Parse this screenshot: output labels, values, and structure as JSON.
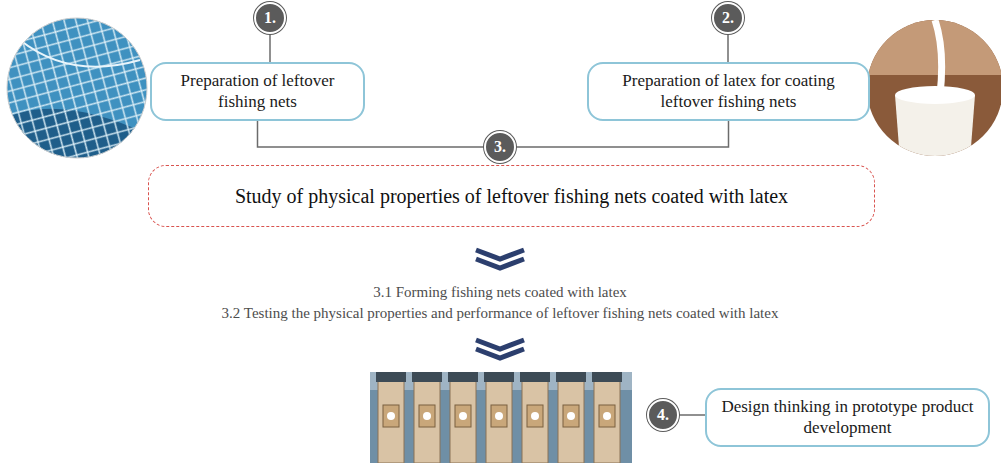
{
  "diagram": {
    "nodes": [
      {
        "text": [
          "1."
        ]
      },
      {
        "text": [
          "Preparation of leftover fishing nets"
        ]
      },
      {
        "text": [
          "2."
        ]
      },
      {
        "text": [
          "Preparation of latex for coating leftover fishing nets"
        ]
      },
      {
        "text": [
          "3."
        ]
      },
      {
        "text": [
          "Study of physical properties of leftover fishing nets coated with latex"
        ]
      },
      {
        "text": [
          "4."
        ]
      },
      {
        "text": [
          "Design thinking in prototype product development"
        ]
      }
    ],
    "edges": [
      {
        "from": 0,
        "to": 1,
        "arrow": "none"
      },
      {
        "from": 2,
        "to": 3,
        "arrow": "none"
      },
      {
        "from": 1,
        "to": 4,
        "arrow": "none"
      },
      {
        "from": 3,
        "to": 4,
        "arrow": "none"
      },
      {
        "from": 6,
        "to": 7,
        "arrow": "none"
      }
    ],
    "labels": [
      "3.1 Forming fishing nets coated with latex",
      "3.2 Testing the physical properties and performance of leftover fishing nets coated with latex"
    ]
  }
}
